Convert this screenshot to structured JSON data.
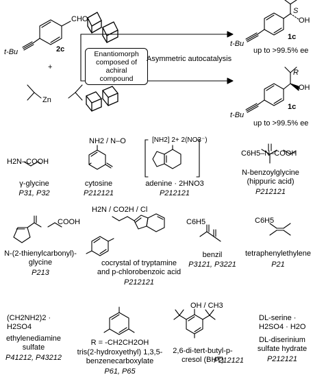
{
  "scheme": {
    "reagent_group": "t-Bu",
    "aldehyde_group": "CHO",
    "compound_label": "2c",
    "plus": "+",
    "zinc": "Zn",
    "box_text": "Enantiomorph composed of achiral compound",
    "process": "Asymmetric autocatalysis",
    "products": [
      {
        "config": "S",
        "oh": "OH",
        "group": "t-Bu",
        "label": "1c",
        "ee": "up to >99.5% ee"
      },
      {
        "config": "R",
        "oh": "OH",
        "group": "t-Bu",
        "label": "1c",
        "ee": "up to >99.5% ee"
      }
    ]
  },
  "compounds": [
    {
      "name": "γ-glycine",
      "formula": "H2N–COOH",
      "space_group": "P31, P32"
    },
    {
      "name": "cytosine",
      "formula": "NH2 / N–O",
      "space_group": "P212121"
    },
    {
      "name": "adenine · 2HNO3",
      "formula": "[NH2] 2+ 2(NO3⁻)",
      "space_group": "P212121"
    },
    {
      "name": "N-benzoylglycine (hippuric acid)",
      "formula": "C6H5–N–COOH",
      "space_group": "P212121"
    },
    {
      "name": "N-(2-thienylcarbonyl)-glycine",
      "formula": "COOH",
      "space_group": "P213"
    },
    {
      "name": "cocrystal of tryptamine and p-chlorobenzoic acid",
      "formula": "H2N / CO2H / Cl",
      "space_group": "P212121"
    },
    {
      "name": "benzil",
      "formula": "C6H5",
      "space_group": "P3121, P3221"
    },
    {
      "name": "tetraphenylethylene",
      "formula": "C6H5",
      "space_group": "P21"
    },
    {
      "name": "ethylenediamine sulfate",
      "formula": "(CH2NH2)2 · H2SO4",
      "space_group": "P41212, P43212"
    },
    {
      "name": "tris(2-hydroxyethyl) 1,3,5-benzenecarboxylate",
      "formula": "R = -CH2CH2OH",
      "space_group": "P61, P65"
    },
    {
      "name": "2,6-di-tert-butyl-p-cresol (BHT)",
      "formula": "OH / CH3",
      "space_group": "P212121"
    },
    {
      "name": "DL-diserinium sulfate hydrate",
      "formula": "DL-serine · H2SO4 · H2O",
      "space_group": "P212121"
    }
  ]
}
